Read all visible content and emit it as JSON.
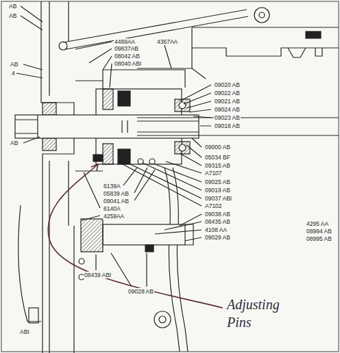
{
  "diagram": {
    "labels": [
      "AB",
      "AB",
      "AB",
      "4",
      "AB",
      "ABI",
      "4489AA",
      "09837AB",
      "08042 AB",
      "08040 ABI",
      "4367AA",
      "09020 AB",
      "09022 AB",
      "09021 AB",
      "09024 AB",
      "09023 AB",
      "09018 AB",
      "09000 AB",
      "05034 BF",
      "09315 AB",
      "A7107",
      "09025 AB",
      "09019 AB",
      "09037 ABI",
      "A7102",
      "09038 AB",
      "08435 AB",
      "4108 AA",
      "09029 AB",
      "4295 AA",
      "08994 AB",
      "08995 AB",
      "6139A",
      "05839 AB",
      "09041 AB",
      "6140A",
      "4259AA",
      "08439 ABI",
      "09028 AB",
      "Adjusting Pins"
    ]
  }
}
